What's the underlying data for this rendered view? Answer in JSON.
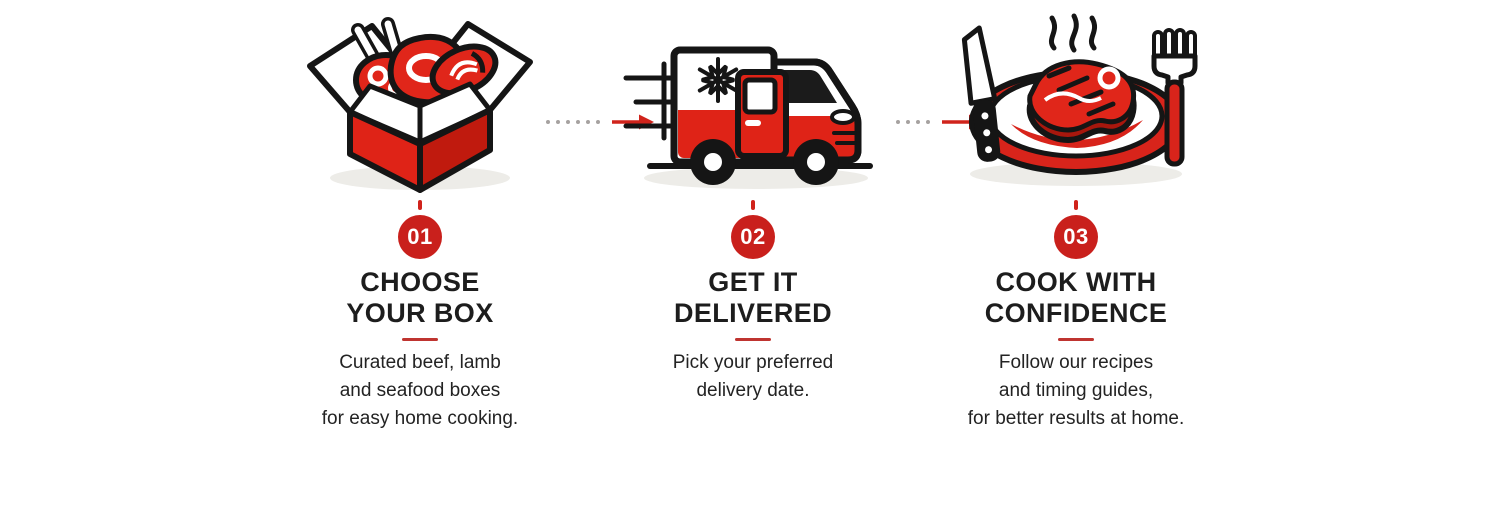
{
  "colors": {
    "accent_red": "#d0231b",
    "badge_red": "#c9201c",
    "illustration_red": "#df2317",
    "dark_outline": "#151515",
    "title_color": "#1d1d1d",
    "description_color": "#232323",
    "dot_gray": "#a6a2a0",
    "shadow_gray": "#edece8",
    "divider_red": "#bf3430",
    "background": "#ffffff"
  },
  "steps": [
    {
      "number": "01",
      "icon": "meat-box-illustration",
      "title_lines": [
        "CHOOSE",
        "YOUR BOX"
      ],
      "description_lines": [
        "Curated beef, lamb",
        "and seafood boxes",
        "for easy home cooking."
      ]
    },
    {
      "number": "02",
      "icon": "delivery-van-illustration",
      "title_lines": [
        "GET IT",
        "DELIVERED"
      ],
      "description_lines": [
        "Pick your preferred",
        "delivery date.",
        ""
      ]
    },
    {
      "number": "03",
      "icon": "steak-plate-illustration",
      "title_lines": [
        "COOK WITH",
        "CONFIDENCE"
      ],
      "description_lines": [
        "Follow our recipes",
        "and timing guides,",
        "for better results at home."
      ]
    }
  ],
  "connectors": [
    {
      "icon": "dotted-arrow-right-icon"
    },
    {
      "icon": "dotted-arrow-right-icon"
    }
  ]
}
